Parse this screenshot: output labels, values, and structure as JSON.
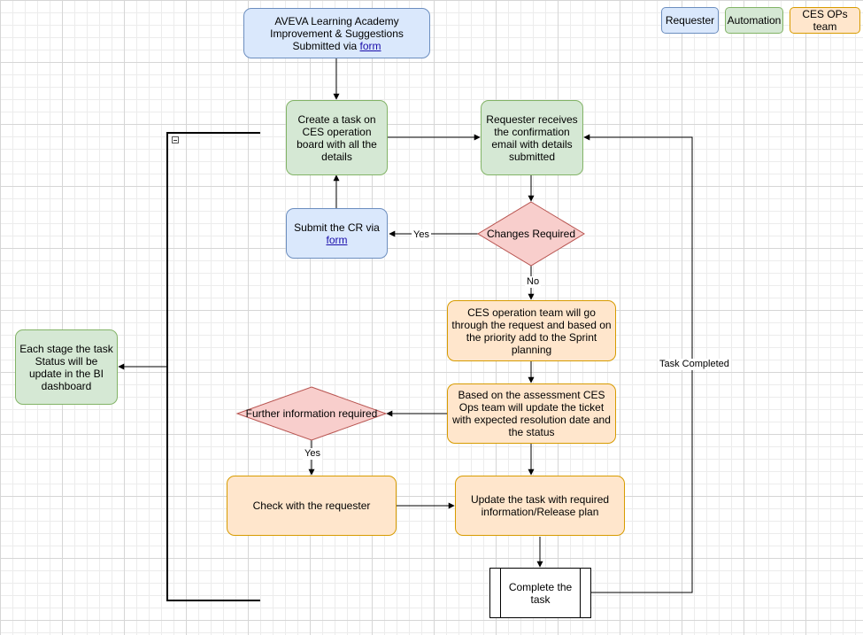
{
  "legend": [
    {
      "label": "Requester",
      "kind": "blue"
    },
    {
      "label": "Automation",
      "kind": "green"
    },
    {
      "label": "CES OPs team",
      "kind": "orange"
    }
  ],
  "nodes": {
    "start": {
      "text": "AVEVA Learning Academy Improvement & Suggestions Submitted via",
      "link": "form"
    },
    "create_task": {
      "text": "Create a task on CES operation board with all the details"
    },
    "confirmation": {
      "text": "Requester receives the confirmation email with details submitted"
    },
    "submit_cr": {
      "text": "Submit the CR via",
      "link": "form"
    },
    "changes_required": {
      "text": "Changes Required"
    },
    "ops_review": {
      "text": "CES operation team will go through the request and based on the priority add to the Sprint planning"
    },
    "assessment": {
      "text": "Based on the assessment CES Ops team will update the ticket with expected resolution date and the status"
    },
    "further_info": {
      "text": "Further information required"
    },
    "check_requester": {
      "text": "Check with the requester"
    },
    "update_task": {
      "text": "Update the task with required information/Release plan"
    },
    "complete": {
      "text": "Complete the task"
    },
    "bi_dashboard": {
      "text": "Each stage the task Status will be update in the BI dashboard"
    }
  },
  "edge_labels": {
    "yes_changes": "Yes",
    "no_changes": "No",
    "yes_further": "Yes",
    "task_completed": "Task Completed"
  },
  "colors": {
    "blue_fill": "#dae8fc",
    "blue_stroke": "#6c8ebf",
    "green_fill": "#d5e8d4",
    "green_stroke": "#82b366",
    "orange_fill": "#ffe6cc",
    "orange_stroke": "#d79b00",
    "red_fill": "#f8cecc",
    "red_stroke": "#b85450"
  }
}
